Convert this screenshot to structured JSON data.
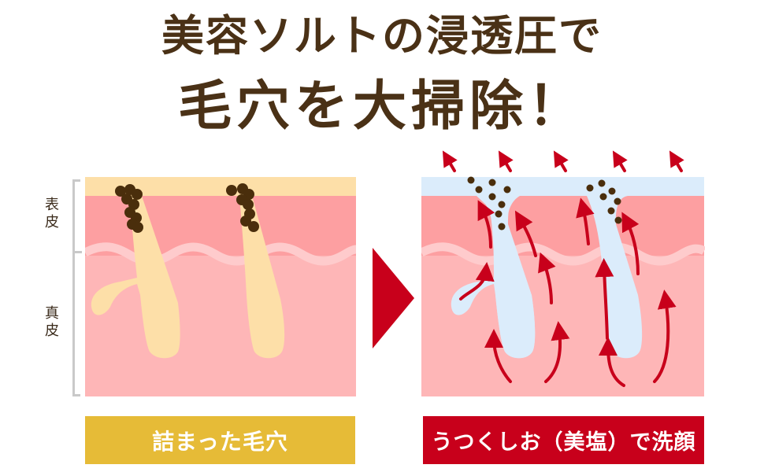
{
  "headline": {
    "line1": "美容ソルトの浸透圧で",
    "line2": "毛穴を大掃除！"
  },
  "layer_labels": {
    "epidermis": "表\n皮",
    "dermis": "真\n皮"
  },
  "panels": {
    "before": {
      "caption": "詰まった毛穴",
      "caption_color": "#e6bb37"
    },
    "after": {
      "caption": "うつくしお（美塩）で洗顔",
      "caption_color": "#c8001b"
    }
  },
  "colors": {
    "title": "#4a3116",
    "before_surface": "#fddfa8",
    "after_surface": "#dbecfb",
    "epidermis": "#fd9fa1",
    "dermis": "#feb6b7",
    "wave": "#fecbcc",
    "pore_before": "#fddfa8",
    "pore_after": "#dbecfb",
    "dirt": "#4a2e0c",
    "arrow": "#c8001b"
  },
  "transition_icon": "right-triangle-arrow"
}
